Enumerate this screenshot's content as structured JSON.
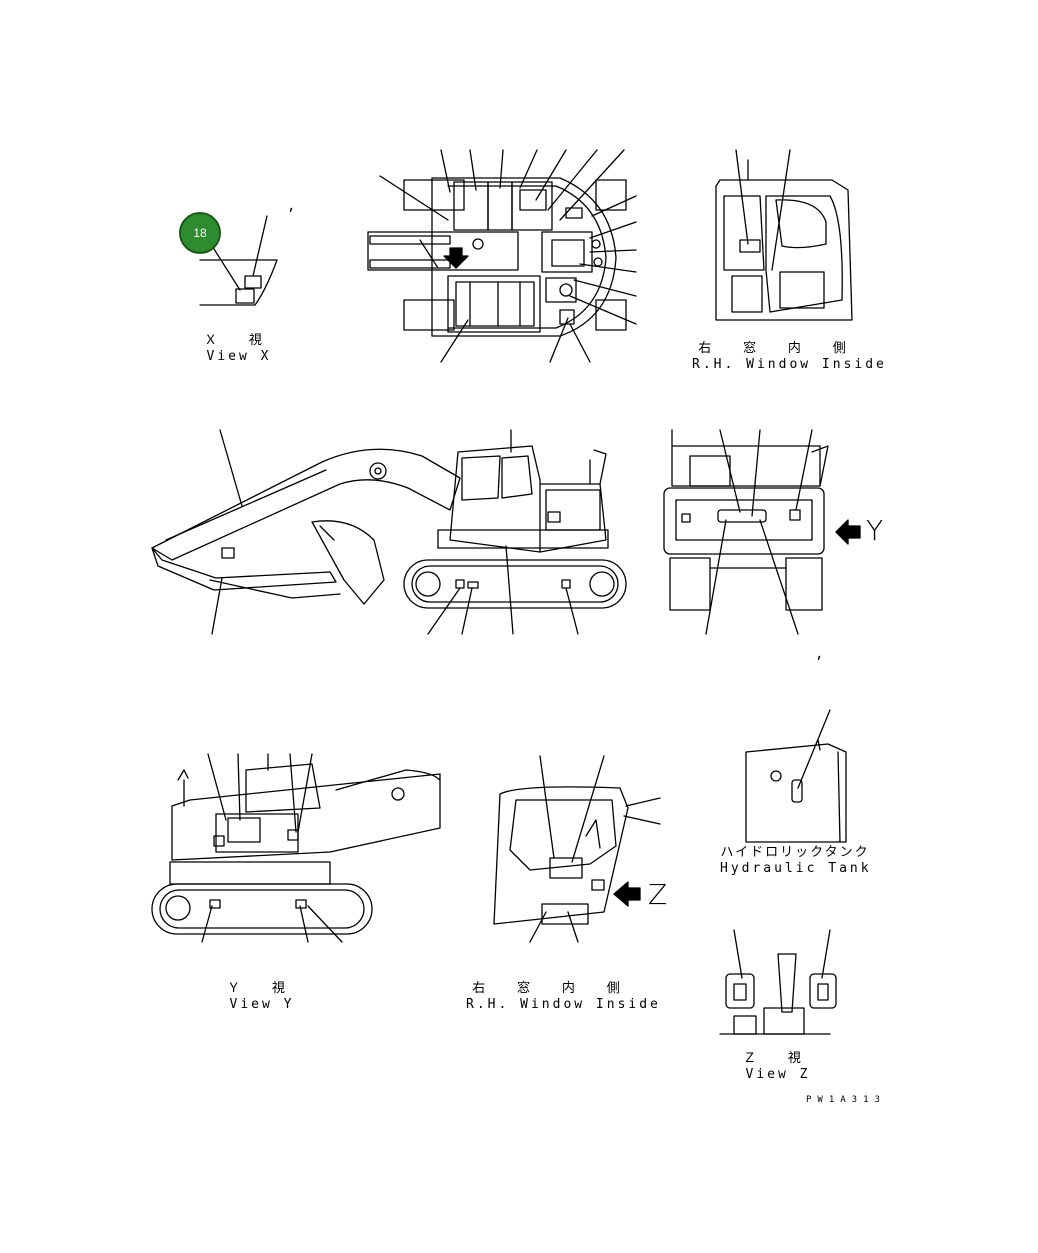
{
  "callout": {
    "number": "18",
    "color": "#2e8b2e"
  },
  "views": {
    "view_x": {
      "jp": "Ｘ 視",
      "en": "View X"
    },
    "rh_window_top": {
      "jp": "右 窓 内 側",
      "en": "R.H. Window Inside"
    },
    "view_y": {
      "jp": "Ｙ 視",
      "en": "View Y"
    },
    "rh_window_bottom": {
      "jp": "右 窓 内 側",
      "en": "R.H. Window Inside"
    },
    "hydraulic_tank": {
      "jp": "ハイドロリックタンク",
      "en": "Hydraulic Tank"
    },
    "view_z": {
      "jp": "Ｚ 視",
      "en": "View Z"
    }
  },
  "arrows": {
    "y_letter": "Y",
    "z_letter": "Z"
  },
  "ticks": {
    "mark": ","
  },
  "drawing_code": "PW1A313"
}
